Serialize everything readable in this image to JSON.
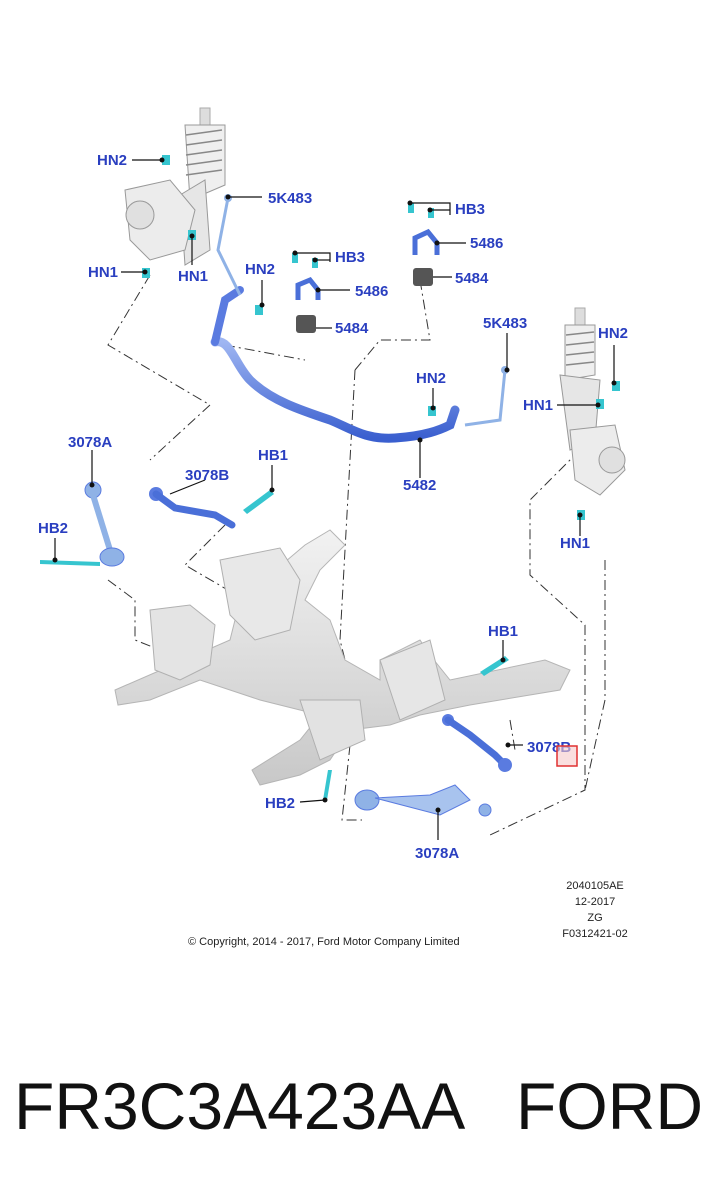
{
  "callouts": {
    "hn2_strut_left": "HN2",
    "k483_left": "5K483",
    "hb3_mid": "HB3",
    "k486_mid": "5486",
    "k484_mid": "5484",
    "hb3_right": "HB3",
    "k486_right": "5486",
    "k484_right": "5484",
    "hn1_left_a": "HN1",
    "hn1_left_b": "HN1",
    "hn2_bar_left": "HN2",
    "k483_right": "5K483",
    "hn2_strut_right": "HN2",
    "hn2_bar_right": "HN2",
    "hn1_right_a": "HN1",
    "bar_5482": "5482",
    "arm_3078a_left": "3078A",
    "arm_3078b_left": "3078B",
    "hb1_left": "HB1",
    "hb2_left": "HB2",
    "hn1_right_b": "HN1",
    "hb1_right": "HB1",
    "arm_3078b_right": "3078B",
    "hb2_bottom": "HB2",
    "arm_3078a_bottom": "3078A"
  },
  "doc_info": {
    "code": "2040105AE",
    "date": "12-2017",
    "zone": "ZG",
    "ref": "F0312421-02"
  },
  "copyright": "© Copyright, 2014 - 2017, Ford Motor Company Limited",
  "footer": {
    "part_number": "FR3C3A423AA",
    "brand": "FORD"
  },
  "colors": {
    "callout_text": "#2a3fc0",
    "part_blue": "#4a6fd8",
    "fastener_cyan": "#36c5cf",
    "subframe_gray": "#dcdcdc",
    "highlight_box": "#e03030"
  }
}
